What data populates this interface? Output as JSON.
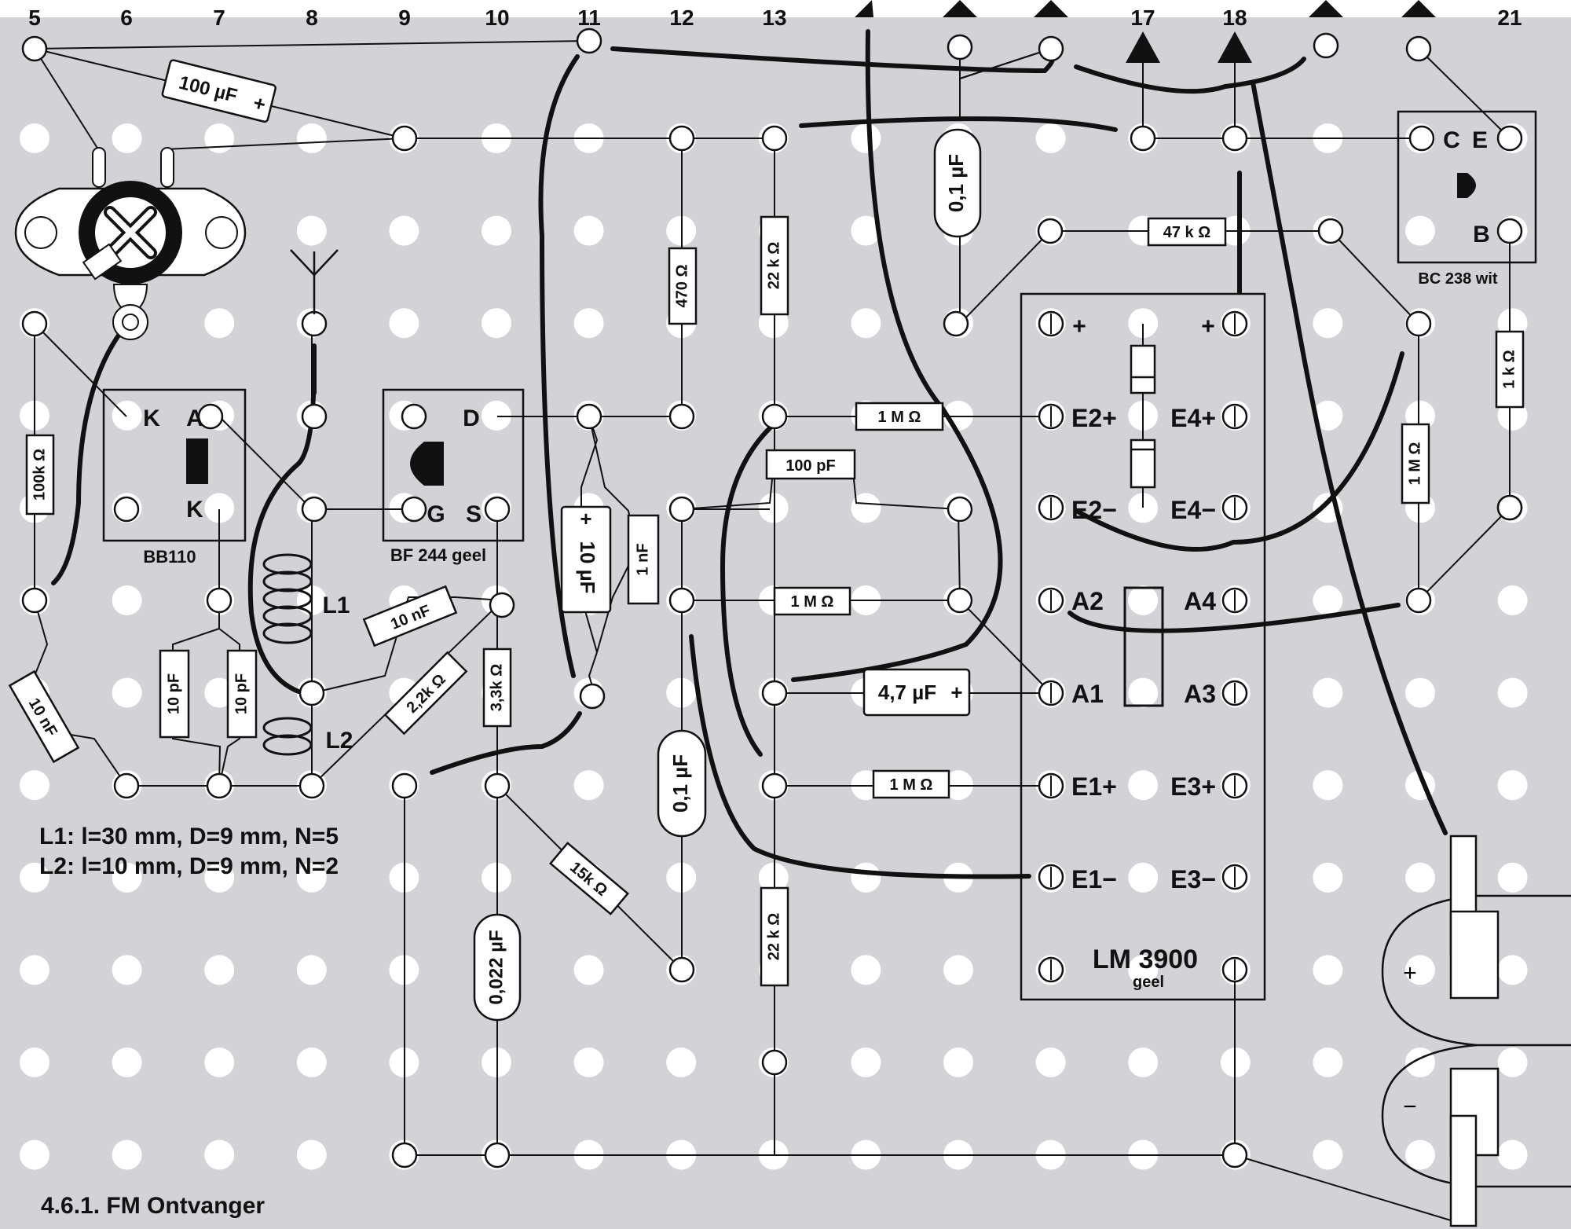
{
  "column_numbers": [
    {
      "text": "5"
    },
    {
      "text": "6"
    },
    {
      "text": "7"
    },
    {
      "text": "8"
    },
    {
      "text": "9"
    },
    {
      "text": "10"
    },
    {
      "text": "11"
    },
    {
      "text": "12"
    },
    {
      "text": "13"
    },
    {
      "text": "17"
    },
    {
      "text": "18"
    },
    {
      "text": "21"
    }
  ],
  "components": {
    "c100uf_top": "100 µF",
    "r470": "470 Ω",
    "r22k_top": "22 k Ω",
    "c01uf_top": "0,1 µF",
    "r47k": "47 k Ω",
    "transistor_c": "C",
    "transistor_e": "E",
    "transistor_b": "B",
    "transistor_name": "BC 238 wit",
    "r100k": "100k Ω",
    "diode_k1": "K",
    "diode_a": "A",
    "diode_k2": "K",
    "diode_name": "BB110",
    "fet_d": "D",
    "fet_g": "G",
    "fet_s": "S",
    "fet_name": "BF 244 geel",
    "c10uf": "10 µF",
    "c1nf": "1 nF",
    "r1m_1": "1 M Ω",
    "c100pf": "100 pF",
    "r1m_2": "1 M Ω",
    "c47uf": "4,7 µF",
    "r1m_3": "1 M Ω",
    "r1k": "1 k Ω",
    "r1m_right": "1 M Ω",
    "l1": "L1",
    "l2": "L2",
    "c10nf_mid": "10 nF",
    "r22k_mid": "2,2k Ω",
    "r33k": "3,3k Ω",
    "c10nf_left": "10 nF",
    "c10pf_1": "10 pF",
    "c10pf_2": "10 pF",
    "c01uf_mid": "0,1 µF",
    "r15k": "15k Ω",
    "c0022uf": "0,022 µF",
    "r22k_bottom": "22 k Ω"
  },
  "ic": {
    "name": "LM 3900",
    "subtitle": "geel",
    "plus_left": "+",
    "plus_right": "+",
    "pins_left": [
      "E2+",
      "E2−",
      "A2",
      "A1",
      "E1+",
      "E1−"
    ],
    "pins_right": [
      "E4+",
      "E4−",
      "A4",
      "A3",
      "E3+",
      "E3−"
    ]
  },
  "coil_notes": [
    "L1: l=30 mm, D=9 mm, N=5",
    "L2: l=10 mm, D=9 mm, N=2"
  ],
  "caption": "4.6.1. FM Ontvanger",
  "battery": {
    "plus": "+",
    "minus": "−"
  },
  "colors": {
    "board": "#d3d2d7",
    "line": "#111111",
    "hole": "#ffffff"
  }
}
